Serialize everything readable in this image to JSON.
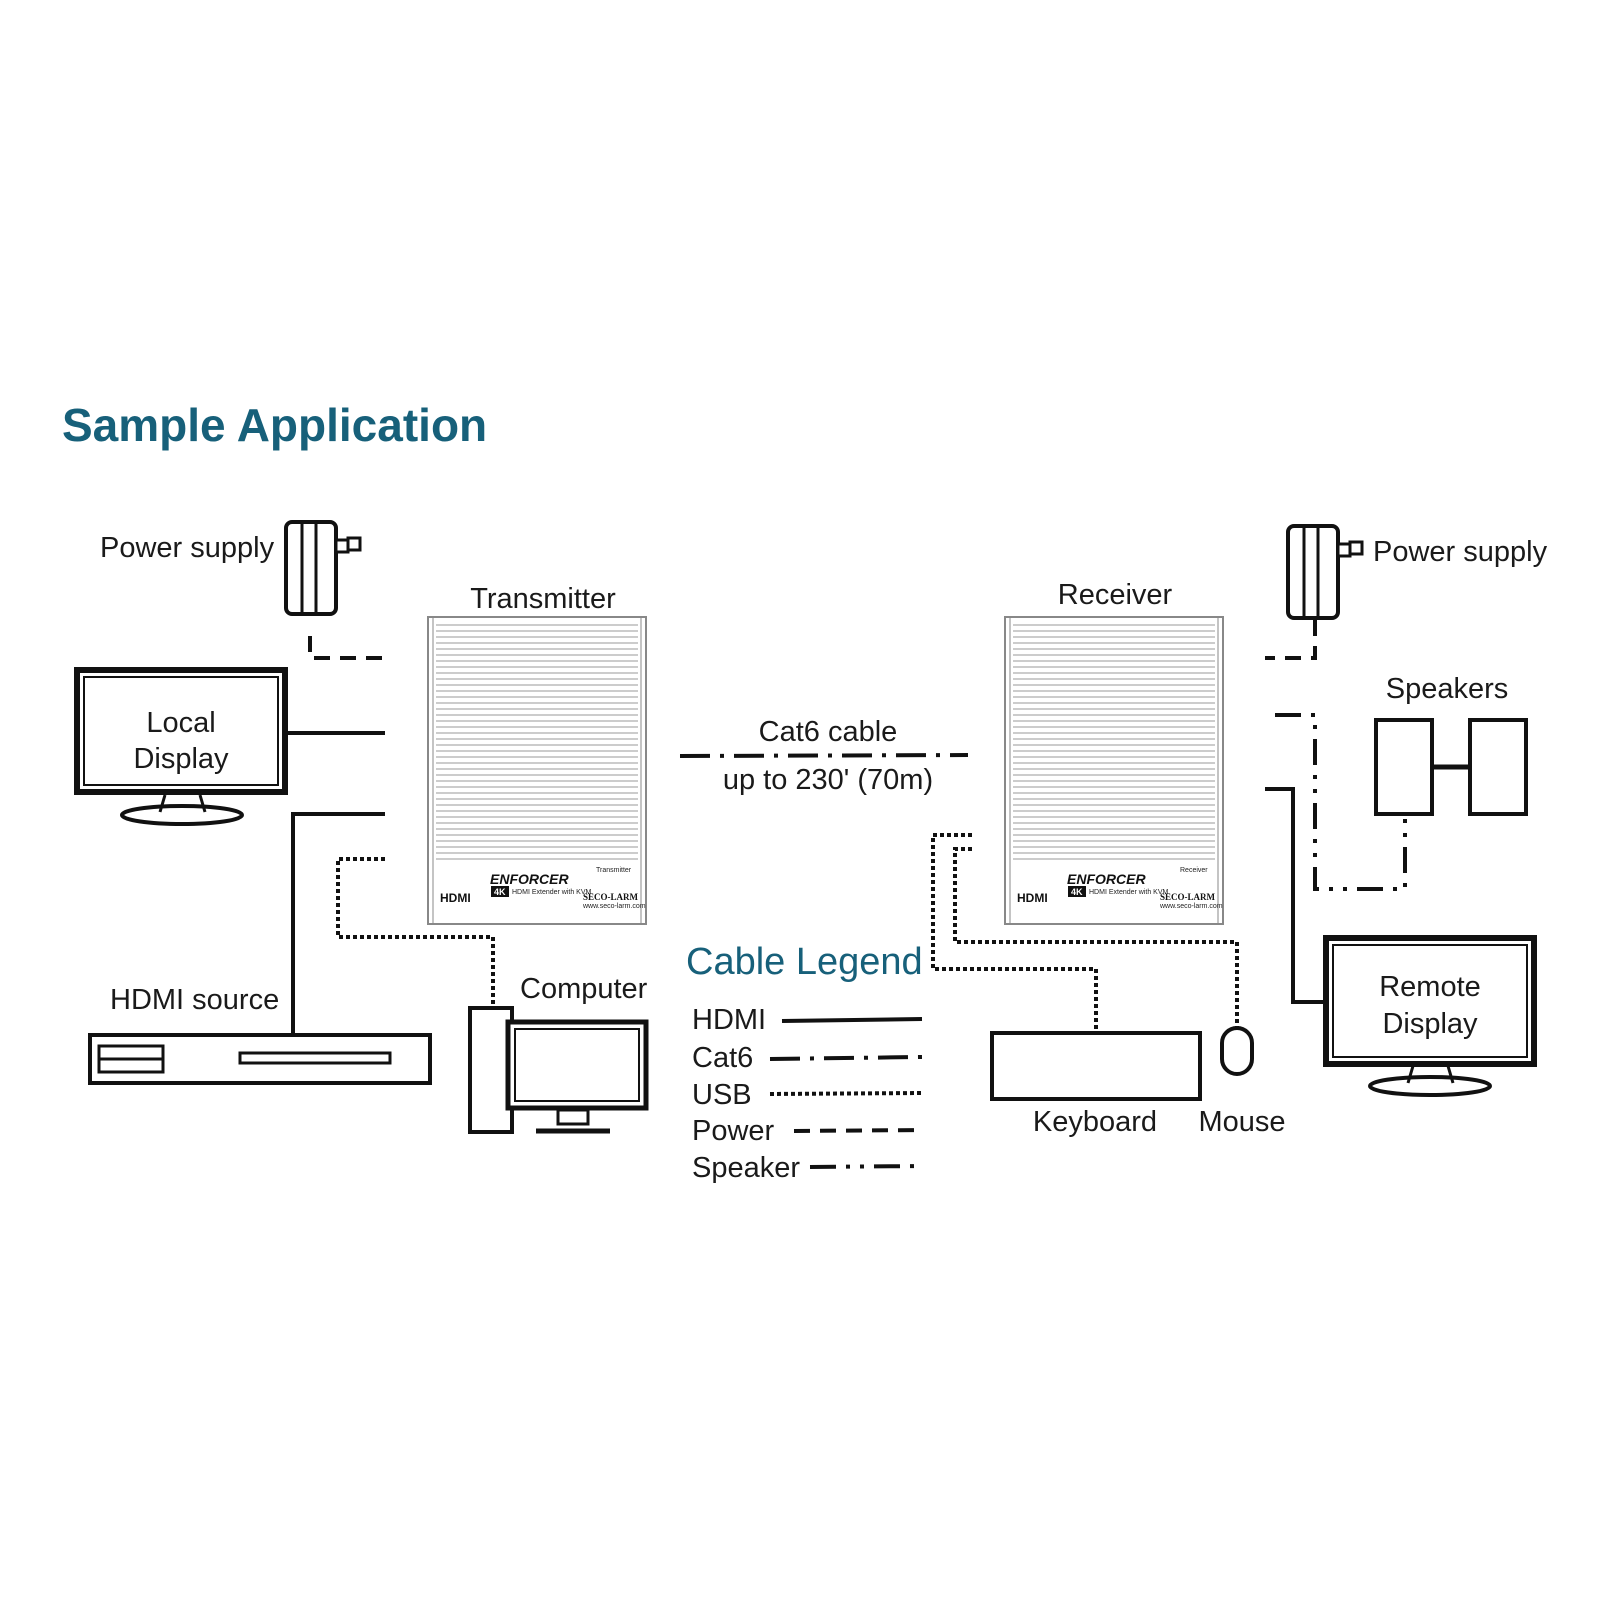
{
  "title": "Sample Application",
  "labels": {
    "power_supply_left": "Power supply",
    "power_supply_right": "Power supply",
    "transmitter": "Transmitter",
    "receiver": "Receiver",
    "local_display_line1": "Local",
    "local_display_line2": "Display",
    "remote_display_line1": "Remote",
    "remote_display_line2": "Display",
    "cat6_cable": "Cat6 cable",
    "cat6_distance": "up to 230' (70m)",
    "speakers": "Speakers",
    "hdmi_source": "HDMI source",
    "computer": "Computer",
    "keyboard": "Keyboard",
    "mouse": "Mouse"
  },
  "device_panel": {
    "brand": "ENFORCER",
    "badge": "4K",
    "subtitle": "HDMI Extender with KVM",
    "maker": "SECO-LARM",
    "website": "www.seco-larm.com",
    "hdmi_logo": "HDMI",
    "tx_tag": "Transmitter",
    "rx_tag": "Receiver"
  },
  "legend": {
    "title": "Cable Legend",
    "items": [
      {
        "label": "HDMI",
        "style": "solid"
      },
      {
        "label": "Cat6",
        "style": "dash-dot"
      },
      {
        "label": "USB",
        "style": "dotted"
      },
      {
        "label": "Power",
        "style": "dashed"
      },
      {
        "label": "Speaker",
        "style": "dash-dot-dot"
      }
    ]
  },
  "colors": {
    "heading": "#17607a",
    "line": "#111111",
    "background": "#ffffff"
  }
}
